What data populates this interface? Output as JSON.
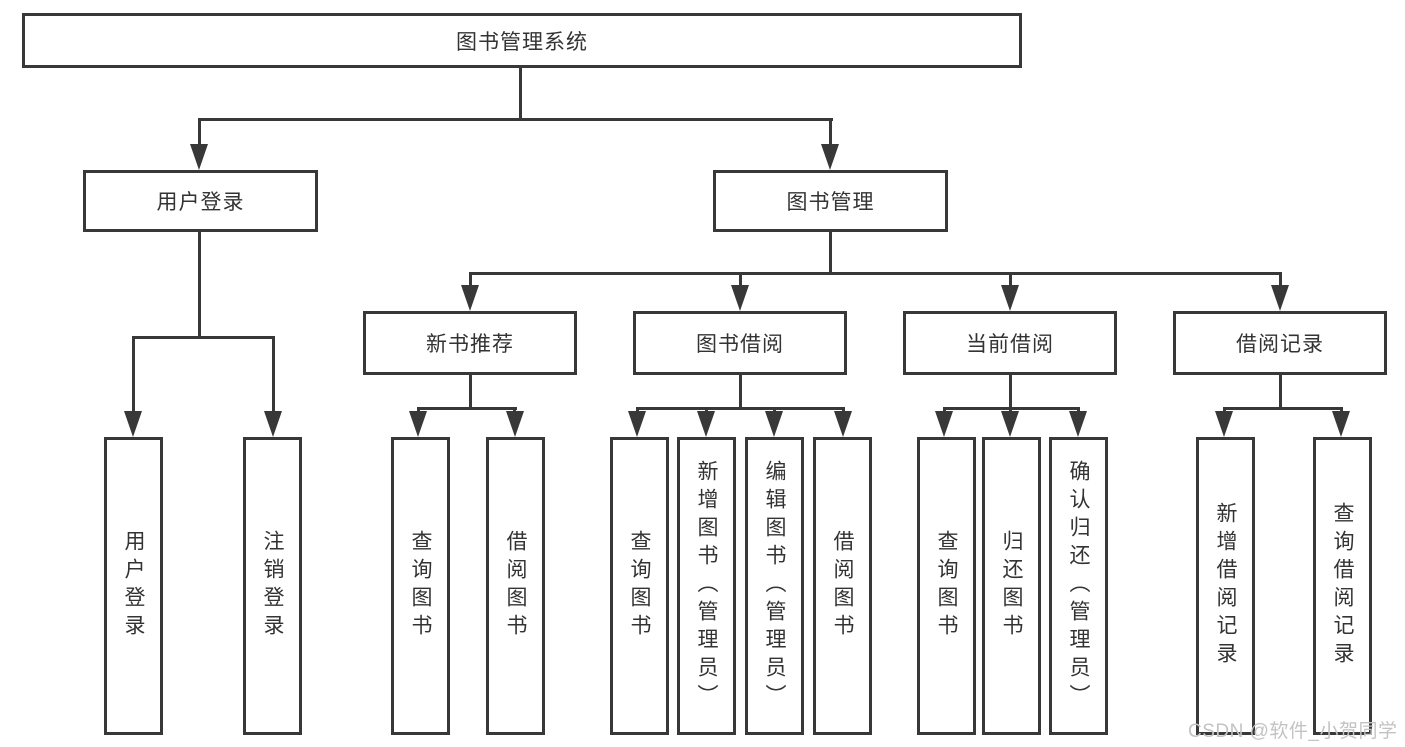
{
  "diagram": {
    "title": "图书管理系统",
    "nodes": {
      "root": {
        "label": "图书管理系统"
      },
      "user_login": {
        "label": "用户登录"
      },
      "book_mgmt": {
        "label": "图书管理"
      },
      "new_book_rec": {
        "label": "新书推荐"
      },
      "book_borrow": {
        "label": "图书借阅"
      },
      "current_borrow": {
        "label": "当前借阅"
      },
      "borrow_record": {
        "label": "借阅记录"
      },
      "leaf_user_login": {
        "label": "用户登录"
      },
      "leaf_logout": {
        "label": "注销登录"
      },
      "leaf_nbr_query_book": {
        "label": "查询图书"
      },
      "leaf_nbr_borrow_book": {
        "label": "借阅图书"
      },
      "leaf_bb_query_book": {
        "label": "查询图书"
      },
      "leaf_bb_add_book": {
        "label": "新增图书（管理员）"
      },
      "leaf_bb_edit_book": {
        "label": "编辑图书（管理员）"
      },
      "leaf_bb_borrow_book": {
        "label": "借阅图书"
      },
      "leaf_cb_query_book": {
        "label": "查询图书"
      },
      "leaf_cb_return_book": {
        "label": "归还图书"
      },
      "leaf_cb_confirm_return": {
        "label": "确认归还（管理员）"
      },
      "leaf_br_add_record": {
        "label": "新增借阅记录"
      },
      "leaf_br_query_record": {
        "label": "查询借阅记录"
      }
    }
  },
  "watermark": {
    "text": "CSDN @软件_小贺同学"
  },
  "colors": {
    "line": "#383838",
    "text": "#333333",
    "box_fill": "#ffffff",
    "background": "#ffffff",
    "watermark": "#c3c3c3"
  }
}
